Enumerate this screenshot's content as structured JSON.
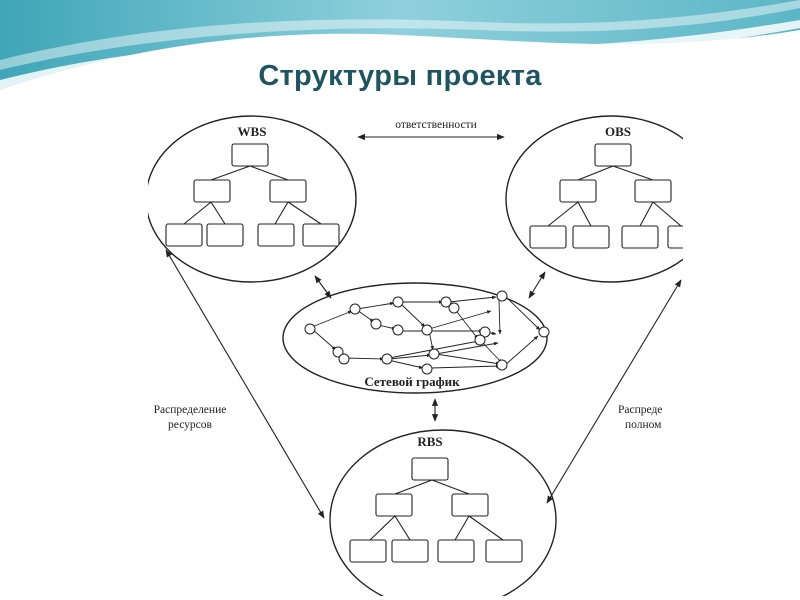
{
  "slide": {
    "title": "Структуры проекта"
  },
  "diagram": {
    "nodes": {
      "wbs": "WBS",
      "obs": "OBS",
      "network": "Сетевой график",
      "rbs": "RBS"
    },
    "edges": {
      "wbs_obs": "ответственности",
      "wbs_rbs_line1": "Распределение",
      "wbs_rbs_line2": "ресурсов",
      "obs_rbs_line1": "Распреде",
      "obs_rbs_line2": "полном"
    }
  }
}
